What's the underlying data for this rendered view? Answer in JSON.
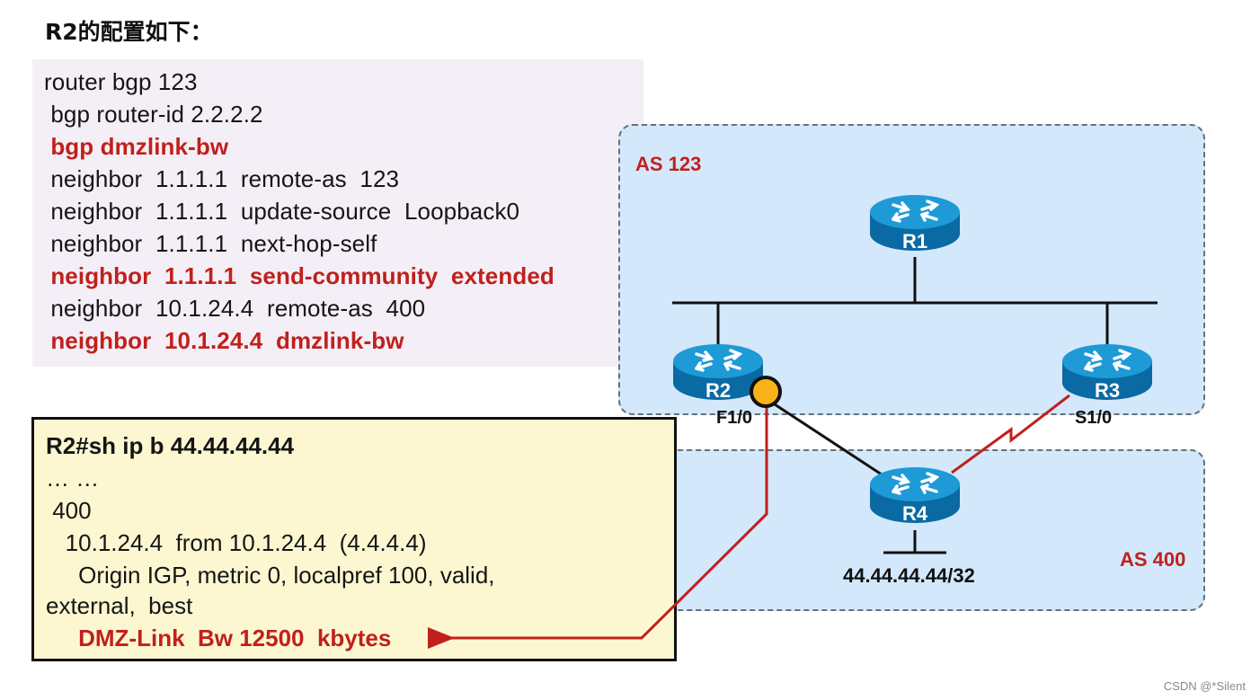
{
  "title": "R2的配置如下：",
  "config": {
    "lines": [
      {
        "text": "router bgp 123",
        "highlight": false
      },
      {
        "text": " bgp router-id 2.2.2.2",
        "highlight": false
      },
      {
        "text": " bgp dmzlink-bw",
        "highlight": true
      },
      {
        "text": " neighbor  1.1.1.1  remote-as  123",
        "highlight": false
      },
      {
        "text": " neighbor  1.1.1.1  update-source  Loopback0",
        "highlight": false
      },
      {
        "text": " neighbor  1.1.1.1  next-hop-self",
        "highlight": false
      },
      {
        "text": " neighbor  1.1.1.1  send-community  extended",
        "highlight": true
      },
      {
        "text": " neighbor  10.1.24.4  remote-as  400",
        "highlight": false
      },
      {
        "text": " neighbor  10.1.24.4  dmzlink-bw",
        "highlight": true
      }
    ]
  },
  "output": {
    "lines": [
      {
        "text": "R2#sh ip b 44.44.44.44",
        "style": "bold"
      },
      {
        "text": "… …",
        "style": "normal"
      },
      {
        "text": " 400",
        "style": "normal"
      },
      {
        "text": "   10.1.24.4  from 10.1.24.4  (4.4.4.4)",
        "style": "normal"
      },
      {
        "text": "     Origin IGP, metric 0, localpref 100, valid,",
        "style": "normal"
      },
      {
        "text": "external,  best",
        "style": "normal"
      },
      {
        "text": "     DMZ-Link  Bw 12500  kbytes",
        "style": "hl"
      }
    ]
  },
  "topology": {
    "as_zones": [
      {
        "label": "AS 123"
      },
      {
        "label": "AS 400"
      }
    ],
    "routers": [
      {
        "id": "R1",
        "label": "R1"
      },
      {
        "id": "R2",
        "label": "R2"
      },
      {
        "id": "R3",
        "label": "R3"
      },
      {
        "id": "R4",
        "label": "R4"
      }
    ],
    "interfaces": {
      "r2": "F1/0",
      "r3": "S1/0"
    },
    "prefix": "44.44.44.44/32",
    "colors": {
      "zone_fill": "#d4e8fb",
      "router_top": "#1e9ad6",
      "router_side": "#0a6aa3",
      "highlight_red": "#c0201c",
      "interface_dot": "#f8b319"
    }
  },
  "watermark": "CSDN @*Silent"
}
